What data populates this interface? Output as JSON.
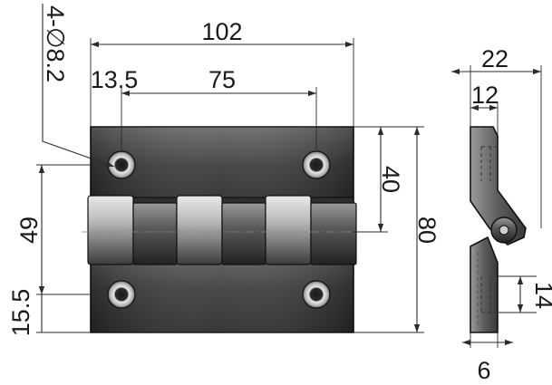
{
  "drawing": {
    "labels": {
      "overall_width": "102",
      "hole_spacing_horizontal": "75",
      "edge_offset_horizontal": "13.5",
      "hole_callout": "4-∅8.2",
      "hole_spacing_top": "40",
      "hole_spacing_vertical": "49",
      "overall_height": "80",
      "edge_offset_vertical": "15.5",
      "side_total_thickness": "22",
      "side_leaf_offset": "12",
      "side_hole_depth": "14",
      "side_leaf_thickness": "6"
    },
    "colors": {
      "plate_top": "#5e5e5e",
      "plate_bottom": "#2a2a2a",
      "knuckle_light": "#bcbcbc",
      "knuckle_dark": "#3d3d3d",
      "hole_ring": "#d8d8d8",
      "hole_center": "#1a1a1a",
      "line": "#2b2b2b"
    }
  }
}
